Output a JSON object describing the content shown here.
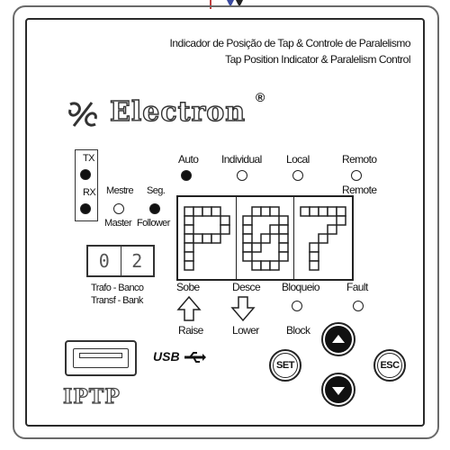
{
  "header": {
    "title_pt": "Indicador de Posição de Tap & Controle de Paralelismo",
    "title_en": "Tap Position Indicator & Paralelism Control"
  },
  "brand": {
    "name": "Electron",
    "reg": "®"
  },
  "comm": {
    "tx": "TX",
    "rx": "RX"
  },
  "role": {
    "master_pt": "Mestre",
    "follower_pt": "Seg.",
    "master_en": "Master",
    "follower_en": "Follower"
  },
  "modes": {
    "auto": "Auto",
    "individual": "Individual",
    "local": "Local",
    "remote_pt": "Remoto",
    "remote_en": "Remote"
  },
  "bank": {
    "digit1": "0",
    "digit2": "2",
    "label_pt": "Trafo - Banco",
    "label_en": "Transf - Bank"
  },
  "display": {
    "chars": [
      "P",
      "0",
      "7"
    ]
  },
  "indicators": {
    "raise_pt": "Sobe",
    "raise_en": "Raise",
    "lower_pt": "Desce",
    "lower_en": "Lower",
    "block_pt": "Bloqueio",
    "block_en": "Block",
    "fault": "Fault"
  },
  "buttons": {
    "set": "SET",
    "esc": "ESC"
  },
  "usb": {
    "logo": "USB"
  },
  "model": "IPTP",
  "colors": {
    "frame": "#2a2a2a",
    "led_on": "#111111",
    "cable_red": "#c04040",
    "cable_blue": "#3a4aa0"
  }
}
